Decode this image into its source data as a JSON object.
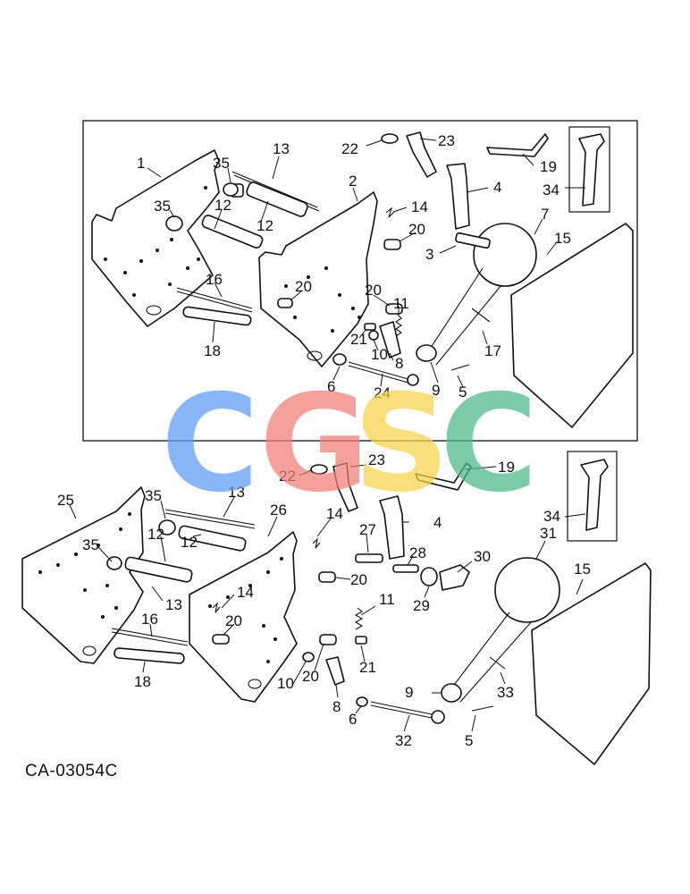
{
  "drawing_code": "CA-03054C",
  "watermark": {
    "letters": [
      "C",
      "G",
      "S",
      "C"
    ],
    "colors": [
      "#5b9bf5",
      "#f07c78",
      "#f7d34a",
      "#4bb98a"
    ]
  },
  "upper_assembly": {
    "callouts": [
      {
        "id": "u1",
        "label": "1"
      },
      {
        "id": "u2",
        "label": "2"
      },
      {
        "id": "u3",
        "label": "3"
      },
      {
        "id": "u4",
        "label": "4"
      },
      {
        "id": "u5",
        "label": "5"
      },
      {
        "id": "u6",
        "label": "6"
      },
      {
        "id": "u7",
        "label": "7"
      },
      {
        "id": "u8",
        "label": "8"
      },
      {
        "id": "u9",
        "label": "9"
      },
      {
        "id": "u10",
        "label": "10"
      },
      {
        "id": "u11",
        "label": "11"
      },
      {
        "id": "u12a",
        "label": "12"
      },
      {
        "id": "u12b",
        "label": "12"
      },
      {
        "id": "u13",
        "label": "13"
      },
      {
        "id": "u14",
        "label": "14"
      },
      {
        "id": "u15",
        "label": "15"
      },
      {
        "id": "u16",
        "label": "16"
      },
      {
        "id": "u17",
        "label": "17"
      },
      {
        "id": "u18",
        "label": "18"
      },
      {
        "id": "u19",
        "label": "19"
      },
      {
        "id": "u20a",
        "label": "20"
      },
      {
        "id": "u20b",
        "label": "20"
      },
      {
        "id": "u20c",
        "label": "20"
      },
      {
        "id": "u21",
        "label": "21"
      },
      {
        "id": "u22",
        "label": "22"
      },
      {
        "id": "u23",
        "label": "23"
      },
      {
        "id": "u24",
        "label": "24"
      },
      {
        "id": "u34",
        "label": "34"
      },
      {
        "id": "u35a",
        "label": "35"
      },
      {
        "id": "u35b",
        "label": "35"
      }
    ]
  },
  "lower_assembly": {
    "callouts": [
      {
        "id": "l25",
        "label": "25"
      },
      {
        "id": "l35a",
        "label": "35"
      },
      {
        "id": "l35b",
        "label": "35"
      },
      {
        "id": "l12a",
        "label": "12"
      },
      {
        "id": "l12b",
        "label": "12"
      },
      {
        "id": "l13a",
        "label": "13"
      },
      {
        "id": "l13b",
        "label": "13"
      },
      {
        "id": "l26",
        "label": "26"
      },
      {
        "id": "l14a",
        "label": "14"
      },
      {
        "id": "l14b",
        "label": "14"
      },
      {
        "id": "l22",
        "label": "22"
      },
      {
        "id": "l23",
        "label": "23"
      },
      {
        "id": "l19",
        "label": "19"
      },
      {
        "id": "l4",
        "label": "4"
      },
      {
        "id": "l27",
        "label": "27"
      },
      {
        "id": "l28",
        "label": "28"
      },
      {
        "id": "l20a",
        "label": "20"
      },
      {
        "id": "l20b",
        "label": "20"
      },
      {
        "id": "l20c",
        "label": "20"
      },
      {
        "id": "l29",
        "label": "29"
      },
      {
        "id": "l30",
        "label": "30"
      },
      {
        "id": "l31",
        "label": "31"
      },
      {
        "id": "l34",
        "label": "34"
      },
      {
        "id": "l15",
        "label": "15"
      },
      {
        "id": "l11",
        "label": "11"
      },
      {
        "id": "l16",
        "label": "16"
      },
      {
        "id": "l18",
        "label": "18"
      },
      {
        "id": "l10",
        "label": "10"
      },
      {
        "id": "l21",
        "label": "21"
      },
      {
        "id": "l8",
        "label": "8"
      },
      {
        "id": "l6",
        "label": "6"
      },
      {
        "id": "l9",
        "label": "9"
      },
      {
        "id": "l33",
        "label": "33"
      },
      {
        "id": "l32",
        "label": "32"
      },
      {
        "id": "l5",
        "label": "5"
      }
    ]
  }
}
